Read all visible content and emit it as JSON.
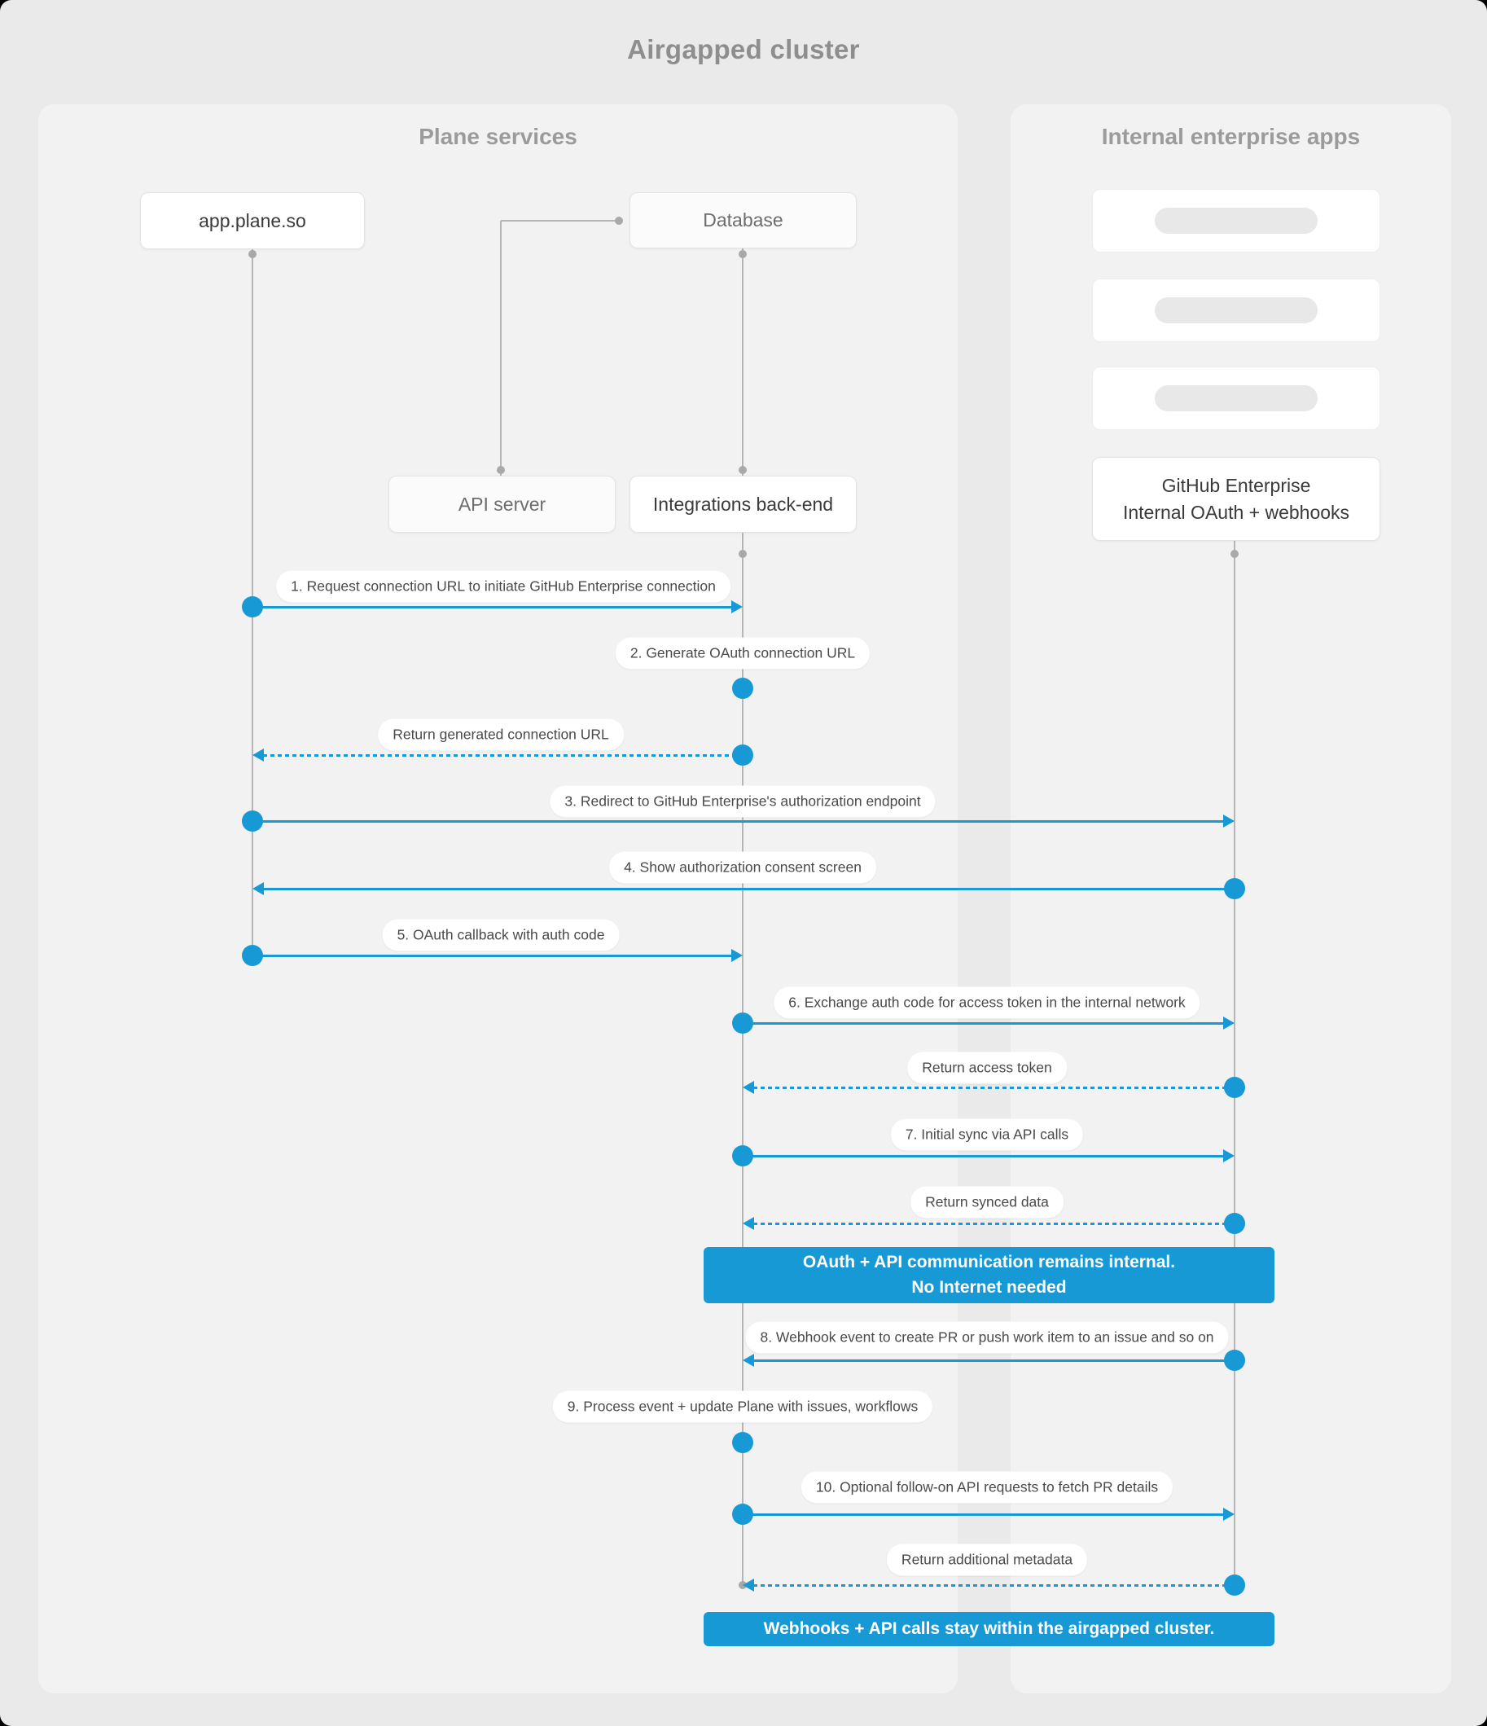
{
  "title": "Airgapped cluster",
  "panels": {
    "left": {
      "title": "Plane services"
    },
    "right": {
      "title": "Internal enterprise apps"
    }
  },
  "nodes": {
    "app": {
      "label": "app.plane.so"
    },
    "database": {
      "label": "Database"
    },
    "api_server": {
      "label": "API server"
    },
    "integrations": {
      "label": "Integrations back-end"
    },
    "github": {
      "line1": "GitHub Enterprise",
      "line2": "Internal OAuth + webhooks"
    }
  },
  "messages": [
    {
      "label": "1. Request connection URL to initiate GitHub Enterprise connection",
      "from": "app.plane.so",
      "to": "Integrations back-end",
      "style": "solid"
    },
    {
      "label": "2. Generate OAuth connection URL",
      "from": "Integrations back-end",
      "to": "Integrations back-end",
      "style": "self"
    },
    {
      "label": "Return generated connection URL",
      "from": "Integrations back-end",
      "to": "app.plane.so",
      "style": "dashed"
    },
    {
      "label": "3. Redirect to GitHub Enterprise's authorization endpoint",
      "from": "app.plane.so",
      "to": "GitHub Enterprise",
      "style": "solid"
    },
    {
      "label": "4. Show authorization consent screen",
      "from": "GitHub Enterprise",
      "to": "app.plane.so",
      "style": "solid"
    },
    {
      "label": "5. OAuth callback with auth code",
      "from": "app.plane.so",
      "to": "Integrations back-end",
      "style": "solid"
    },
    {
      "label": "6. Exchange auth code for access token in the internal network",
      "from": "Integrations back-end",
      "to": "GitHub Enterprise",
      "style": "solid"
    },
    {
      "label": "Return access token",
      "from": "GitHub Enterprise",
      "to": "Integrations back-end",
      "style": "dashed"
    },
    {
      "label": "7. Initial sync via API calls",
      "from": "Integrations back-end",
      "to": "GitHub Enterprise",
      "style": "solid"
    },
    {
      "label": "Return synced data",
      "from": "GitHub Enterprise",
      "to": "Integrations back-end",
      "style": "dashed"
    },
    {
      "label": "8. Webhook event to create PR  or push work item to an issue  and so on",
      "from": "GitHub Enterprise",
      "to": "Integrations back-end",
      "style": "solid"
    },
    {
      "label": "9. Process event + update Plane with issues, workflows",
      "from": "Integrations back-end",
      "to": "Integrations back-end",
      "style": "self"
    },
    {
      "label": "10. Optional follow-on API requests to fetch PR details",
      "from": "Integrations back-end",
      "to": "GitHub Enterprise",
      "style": "solid"
    },
    {
      "label": "Return additional metadata",
      "from": "GitHub Enterprise",
      "to": "Integrations back-end",
      "style": "dashed"
    }
  ],
  "banners": [
    {
      "line1": "OAuth + API communication remains internal.",
      "line2": "No Internet needed"
    },
    {
      "line1": "Webhooks + API calls stay within the airgapped cluster."
    }
  ],
  "colors": {
    "accent": "#1799D6"
  }
}
